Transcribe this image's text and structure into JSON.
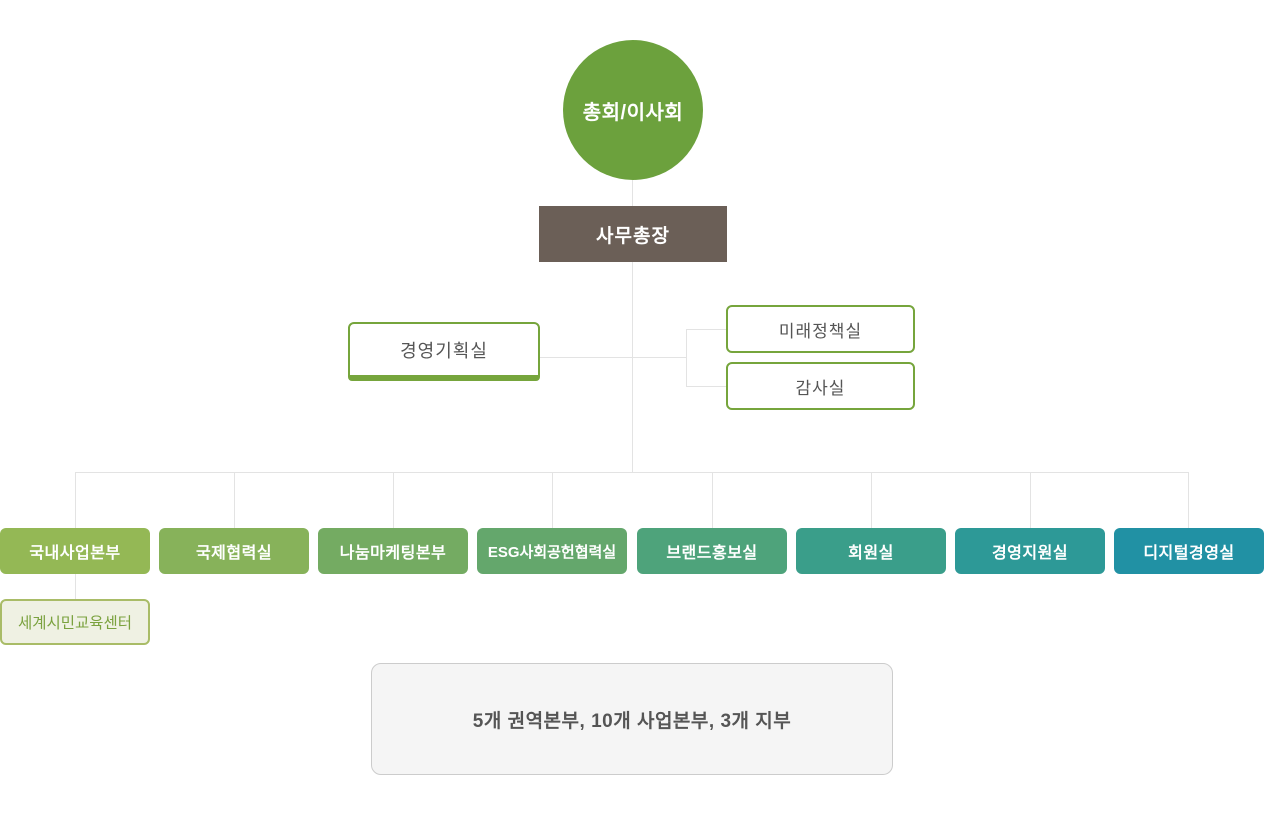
{
  "org": {
    "root": {
      "label": "총회/이사회",
      "bg": "#6ca13d",
      "text_color": "#ffffff"
    },
    "secretary_general": {
      "label": "사무총장",
      "bg": "#6b5f57",
      "text_color": "#ffffff"
    },
    "planning_office": {
      "label": "경영기획실",
      "border_color": "#76a53c",
      "text_color": "#555555"
    },
    "advisory_offices": [
      {
        "label": "미래정책실"
      },
      {
        "label": "감사실"
      }
    ],
    "departments": [
      {
        "label": "국내사업본부",
        "bg": "#94b855"
      },
      {
        "label": "국제협력실",
        "bg": "#87b25a"
      },
      {
        "label": "나눔마케팅본부",
        "bg": "#74ab62"
      },
      {
        "label": "ESG사회공헌협력실",
        "bg": "#64a76c"
      },
      {
        "label": "브랜드홍보실",
        "bg": "#4ea37b"
      },
      {
        "label": "회원실",
        "bg": "#3a9e8a"
      },
      {
        "label": "경영지원실",
        "bg": "#2d9997"
      },
      {
        "label": "디지털경영실",
        "bg": "#2191a4"
      }
    ],
    "education_center": {
      "label": "세계시민교육센터",
      "bg": "#eff1e3",
      "border_color": "#a9bc67",
      "text_color": "#7ba23f"
    },
    "regional_summary": {
      "label": "5개 권역본부, 10개 사업본부, 3개 지부",
      "bg": "#f5f5f5",
      "border_color": "#cccccc",
      "text_color": "#555555"
    },
    "connector_color": "#e3e3e3"
  }
}
